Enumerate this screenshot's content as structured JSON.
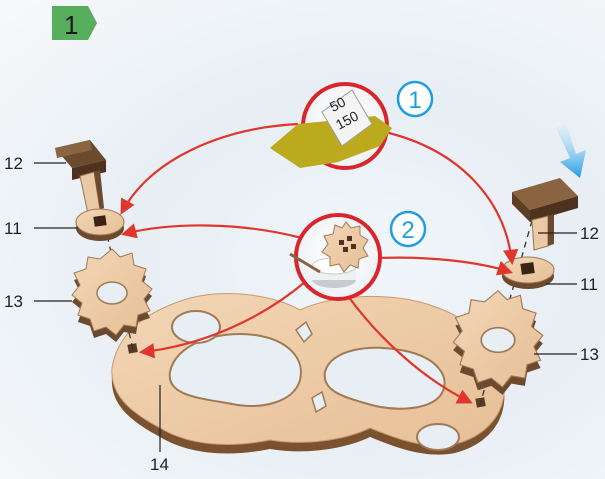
{
  "step": {
    "number": "1"
  },
  "callouts": [
    {
      "number": "1",
      "content": "sandpaper-icon",
      "ruler_text": "150",
      "ruler_text_partial": "50"
    },
    {
      "number": "2",
      "content": "wax-candle-icon"
    }
  ],
  "part_labels": {
    "left_12": "12",
    "left_11": "11",
    "left_13": "13",
    "bottom_14": "14",
    "right_12": "12",
    "right_11": "11",
    "right_13": "13"
  },
  "colors": {
    "step_badge": "#3aa142",
    "callout_ring": "#d9252b",
    "arrow": "#e1362d",
    "callout_number": "#1e9ee0",
    "wood_light": "#ecc9a4",
    "wood_edge": "#6b4a2e",
    "insert_arrow": "#29a6e8"
  }
}
